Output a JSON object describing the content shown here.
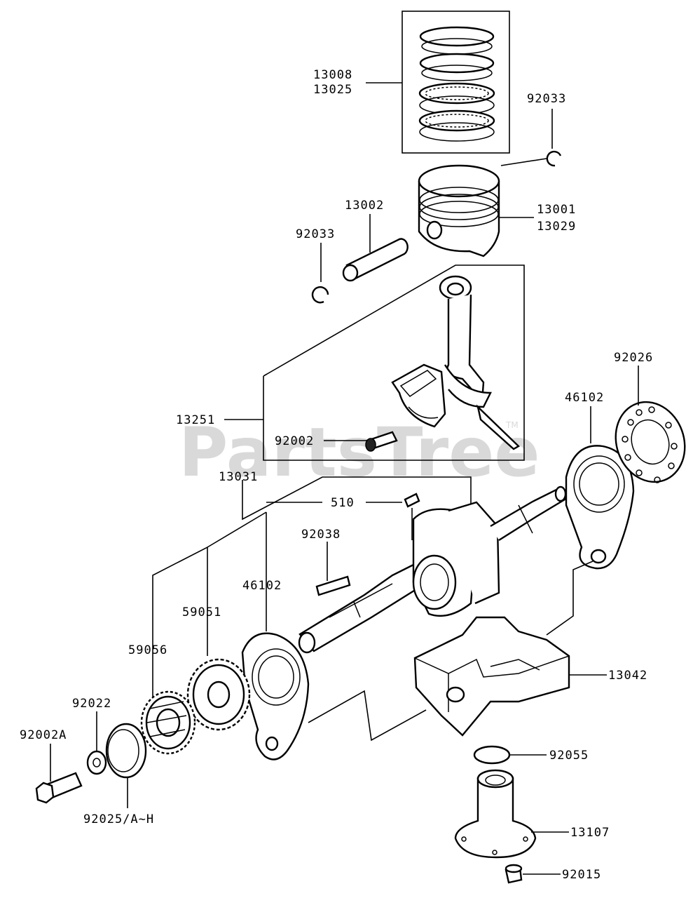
{
  "watermark": {
    "text": "PartsTree",
    "trademark": "TM"
  },
  "labels": {
    "p13008": "13008",
    "p13025": "13025",
    "p92033_top": "92033",
    "p13002": "13002",
    "p92033_left": "92033",
    "p13001": "13001",
    "p13029": "13029",
    "p92026": "92026",
    "p46102_right": "46102",
    "p13251": "13251",
    "p92002": "92002",
    "p13031": "13031",
    "p510": "510",
    "p92038": "92038",
    "p46102_left": "46102",
    "p59051": "59051",
    "p59056": "59056",
    "p92022": "92022",
    "p92002A": "92002A",
    "p92025": "92025/A~H",
    "p13042": "13042",
    "p92055": "92055",
    "p13107": "13107",
    "p92015": "92015"
  }
}
